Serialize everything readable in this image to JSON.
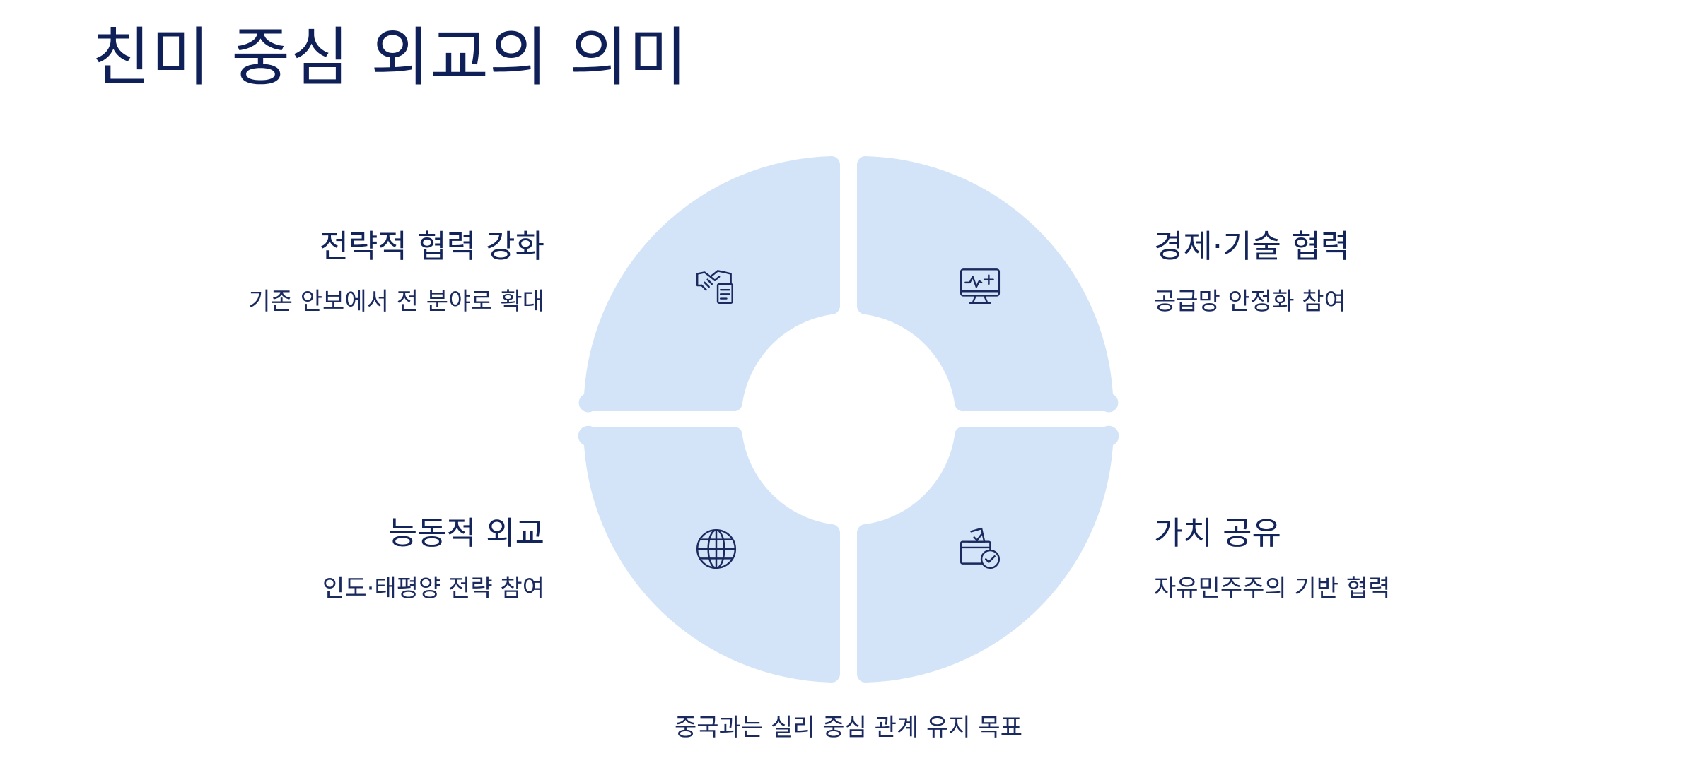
{
  "title": "친미 중심 외교의 의미",
  "colors": {
    "quadrant_fill": "#d3e4f8",
    "text": "#13245a",
    "icon_stroke": "#1a2a5e"
  },
  "quadrants": {
    "top_left": {
      "title": "전략적 협력 강화",
      "subtitle": "기존 안보에서 전 분야로 확대",
      "icon": "handshake-document-icon"
    },
    "top_right": {
      "title": "경제·기술 협력",
      "subtitle": "공급망 안정화 참여",
      "icon": "monitor-health-icon"
    },
    "bottom_left": {
      "title": "능동적 외교",
      "subtitle": "인도·태평양 전략 참여",
      "icon": "globe-icon"
    },
    "bottom_right": {
      "title": "가치 공유",
      "subtitle": "자유민주주의 기반 협력",
      "icon": "ballot-box-check-icon"
    }
  },
  "footer": "중국과는 실리 중심 관계 유지 목표"
}
